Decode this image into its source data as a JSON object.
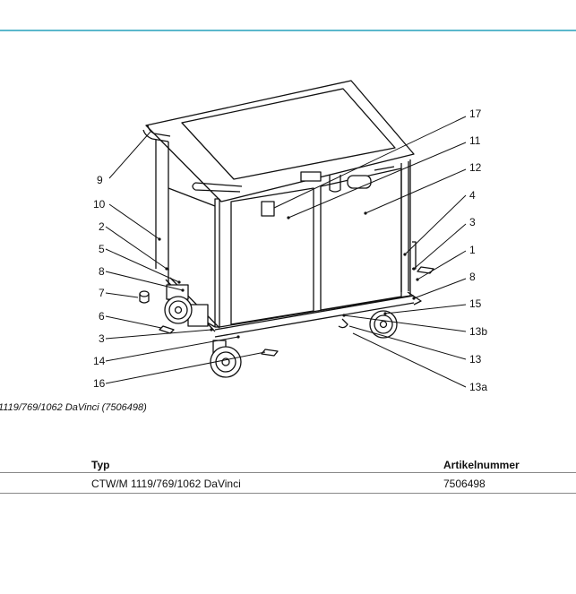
{
  "callouts": {
    "left": [
      "9",
      "10",
      "2",
      "5",
      "8",
      "7",
      "6",
      "3",
      "14",
      "16"
    ],
    "right": [
      "17",
      "11",
      "12",
      "4",
      "3",
      "1",
      "8",
      "15",
      "13b",
      "13",
      "13a"
    ]
  },
  "caption": "1119/769/1062 DaVinci (7506498)",
  "table": {
    "headers": [
      "Typ",
      "Artikelnummer"
    ],
    "rows": [
      [
        "CTW/M 1119/769/1062 DaVinci",
        "7506498"
      ]
    ]
  },
  "colors": {
    "accent_rule": "#5bb8cc",
    "line": "#111111",
    "table_rule": "#888888"
  }
}
